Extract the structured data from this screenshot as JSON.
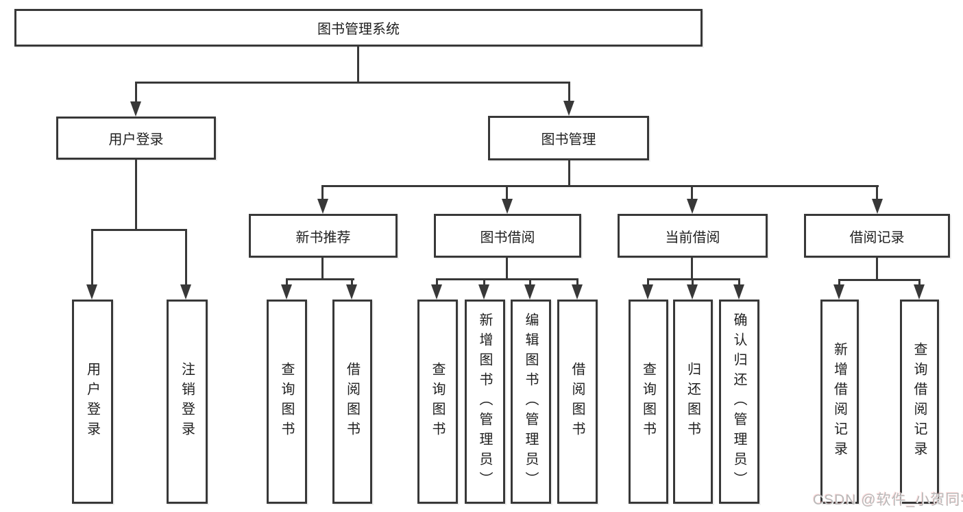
{
  "diagram_title": "图书管理系统",
  "colors": {
    "line": "#383838",
    "box_border": "#383838",
    "box_fill": "#ffffff",
    "text": "#1f1f1f",
    "background": "#ffffff",
    "watermark": "#b9b9b9"
  },
  "nodes": {
    "root": {
      "label": "图书管理系统"
    },
    "user_login": {
      "label": "用户登录"
    },
    "book_mgmt": {
      "label": "图书管理"
    },
    "user_login_action": {
      "label": "用户登录"
    },
    "logout": {
      "label": "注销登录"
    },
    "new_book_rec": {
      "label": "新书推荐"
    },
    "book_borrow": {
      "label": "图书借阅"
    },
    "current_borrow": {
      "label": "当前借阅"
    },
    "borrow_records": {
      "label": "借阅记录"
    },
    "query_books_1": {
      "label": "查询图书"
    },
    "borrow_books_1": {
      "label": "借阅图书"
    },
    "query_books_2": {
      "label": "查询图书"
    },
    "add_books": {
      "label": "新增图书（管理员）"
    },
    "edit_books": {
      "label": "编辑图书（管理员）"
    },
    "borrow_books_2": {
      "label": "借阅图书"
    },
    "query_books_3": {
      "label": "查询图书"
    },
    "return_books": {
      "label": "归还图书"
    },
    "confirm_return": {
      "label": "确认归还（管理员）"
    },
    "add_borrow_record": {
      "label": "新增借阅记录"
    },
    "query_borrow_record": {
      "label": "查询借阅记录"
    }
  },
  "tree": {
    "id": "root",
    "children": [
      {
        "id": "user_login",
        "children": [
          {
            "id": "user_login_action"
          },
          {
            "id": "logout"
          }
        ]
      },
      {
        "id": "book_mgmt",
        "children": [
          {
            "id": "new_book_rec",
            "children": [
              {
                "id": "query_books_1"
              },
              {
                "id": "borrow_books_1"
              }
            ]
          },
          {
            "id": "book_borrow",
            "children": [
              {
                "id": "query_books_2"
              },
              {
                "id": "add_books"
              },
              {
                "id": "edit_books"
              },
              {
                "id": "borrow_books_2"
              }
            ]
          },
          {
            "id": "current_borrow",
            "children": [
              {
                "id": "query_books_3"
              },
              {
                "id": "return_books"
              },
              {
                "id": "confirm_return"
              }
            ]
          },
          {
            "id": "borrow_records",
            "children": [
              {
                "id": "add_borrow_record"
              },
              {
                "id": "query_borrow_record"
              }
            ]
          }
        ]
      }
    ]
  },
  "watermark": {
    "text": "CSDN @软件_小贺同学"
  }
}
